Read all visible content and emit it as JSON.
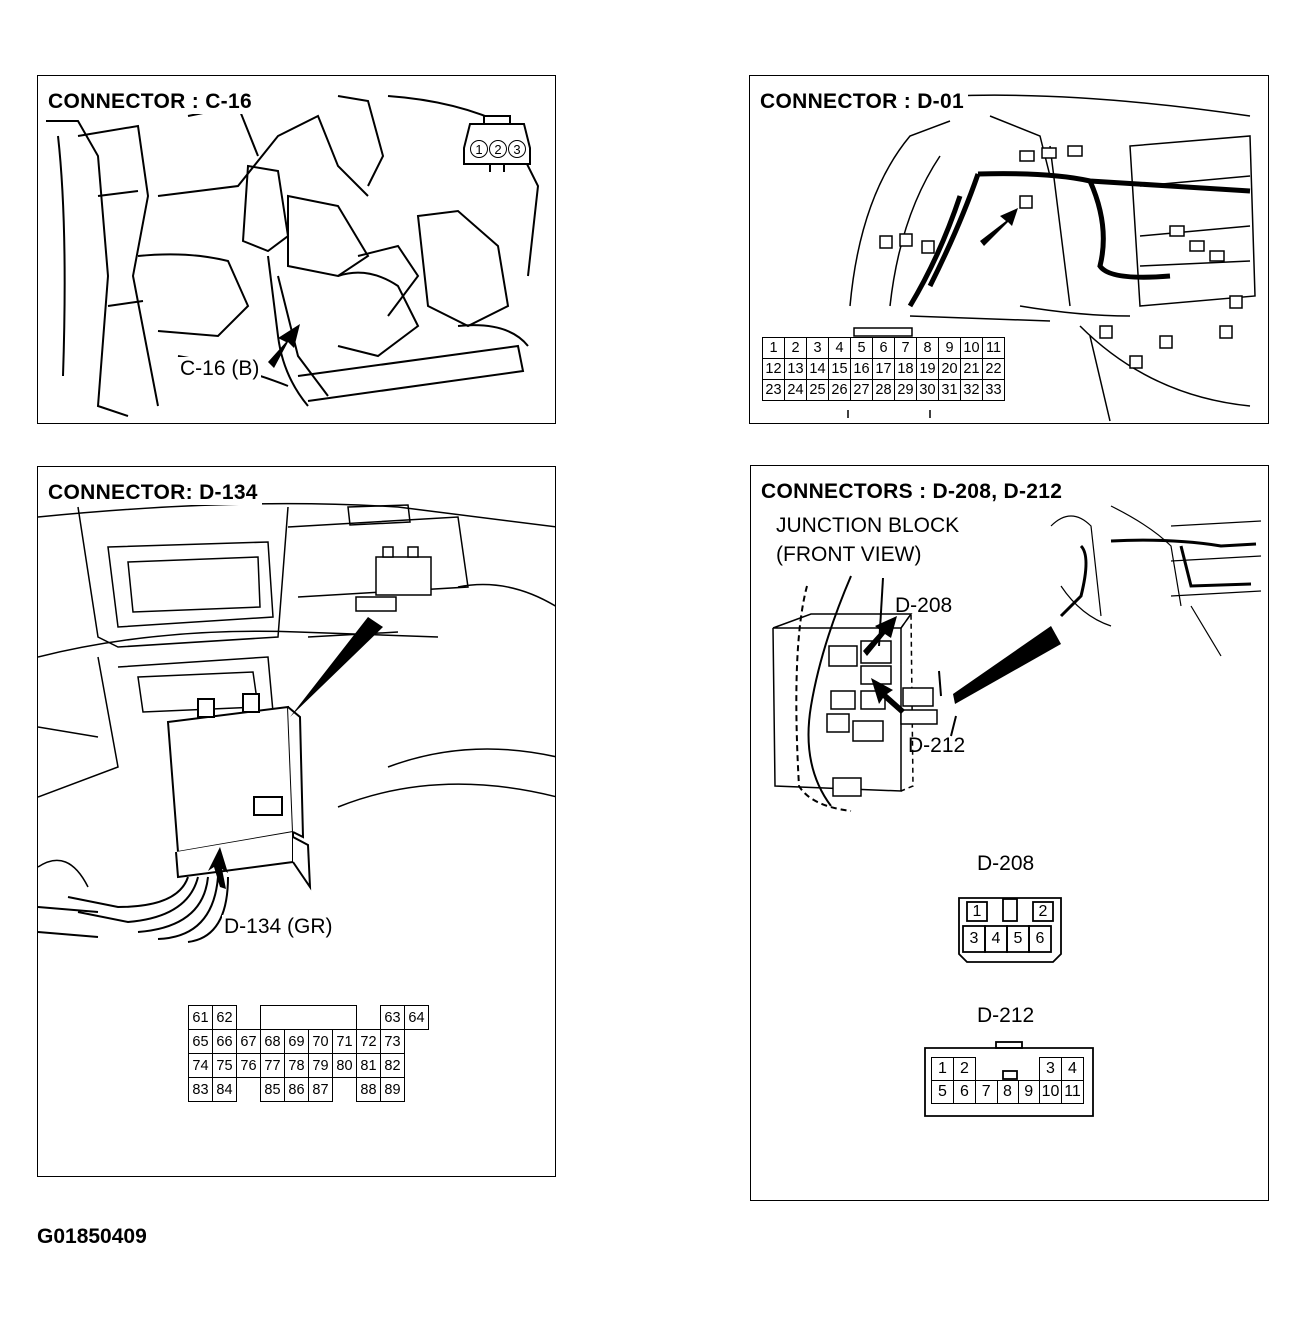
{
  "panels": {
    "c16": {
      "title": "CONNECTOR : C-16",
      "callout": "C-16 (B)",
      "pins": [
        "1",
        "2",
        "3"
      ]
    },
    "d01": {
      "title": "CONNECTOR : D-01",
      "pin_rows": [
        [
          "1",
          "2",
          "3",
          "4",
          "5",
          "6",
          "7",
          "8",
          "9",
          "10",
          "11"
        ],
        [
          "12",
          "13",
          "14",
          "15",
          "16",
          "17",
          "18",
          "19",
          "20",
          "21",
          "22"
        ],
        [
          "23",
          "24",
          "25",
          "26",
          "27",
          "28",
          "29",
          "30",
          "31",
          "32",
          "33"
        ]
      ]
    },
    "d134": {
      "title": "CONNECTOR: D-134",
      "callout": "D-134 (GR)",
      "pin_rows": [
        [
          "61",
          "62",
          "",
          "",
          "",
          "",
          "",
          "63",
          "64"
        ],
        [
          "65",
          "66",
          "67",
          "68",
          "69",
          "70",
          "71",
          "72",
          "73"
        ],
        [
          "74",
          "75",
          "76",
          "77",
          "78",
          "79",
          "80",
          "81",
          "82"
        ],
        [
          "83",
          "84",
          "",
          "85",
          "86",
          "87",
          "",
          "88",
          "89"
        ]
      ]
    },
    "d208_212": {
      "title": "CONNECTORS : D-208, D-212",
      "junction_line1": "JUNCTION BLOCK",
      "junction_line2": "(FRONT VIEW)",
      "callout_d208": "D-208",
      "callout_d212": "D-212",
      "d208_label": "D-208",
      "d208_row1": [
        "1",
        "2"
      ],
      "d208_row2": [
        "3",
        "4",
        "5",
        "6"
      ],
      "d212_label": "D-212",
      "d212_row1": [
        "1",
        "2",
        "3",
        "4"
      ],
      "d212_row2": [
        "5",
        "6",
        "7",
        "8",
        "9",
        "10",
        "11"
      ]
    }
  },
  "figure_code": "G01850409"
}
